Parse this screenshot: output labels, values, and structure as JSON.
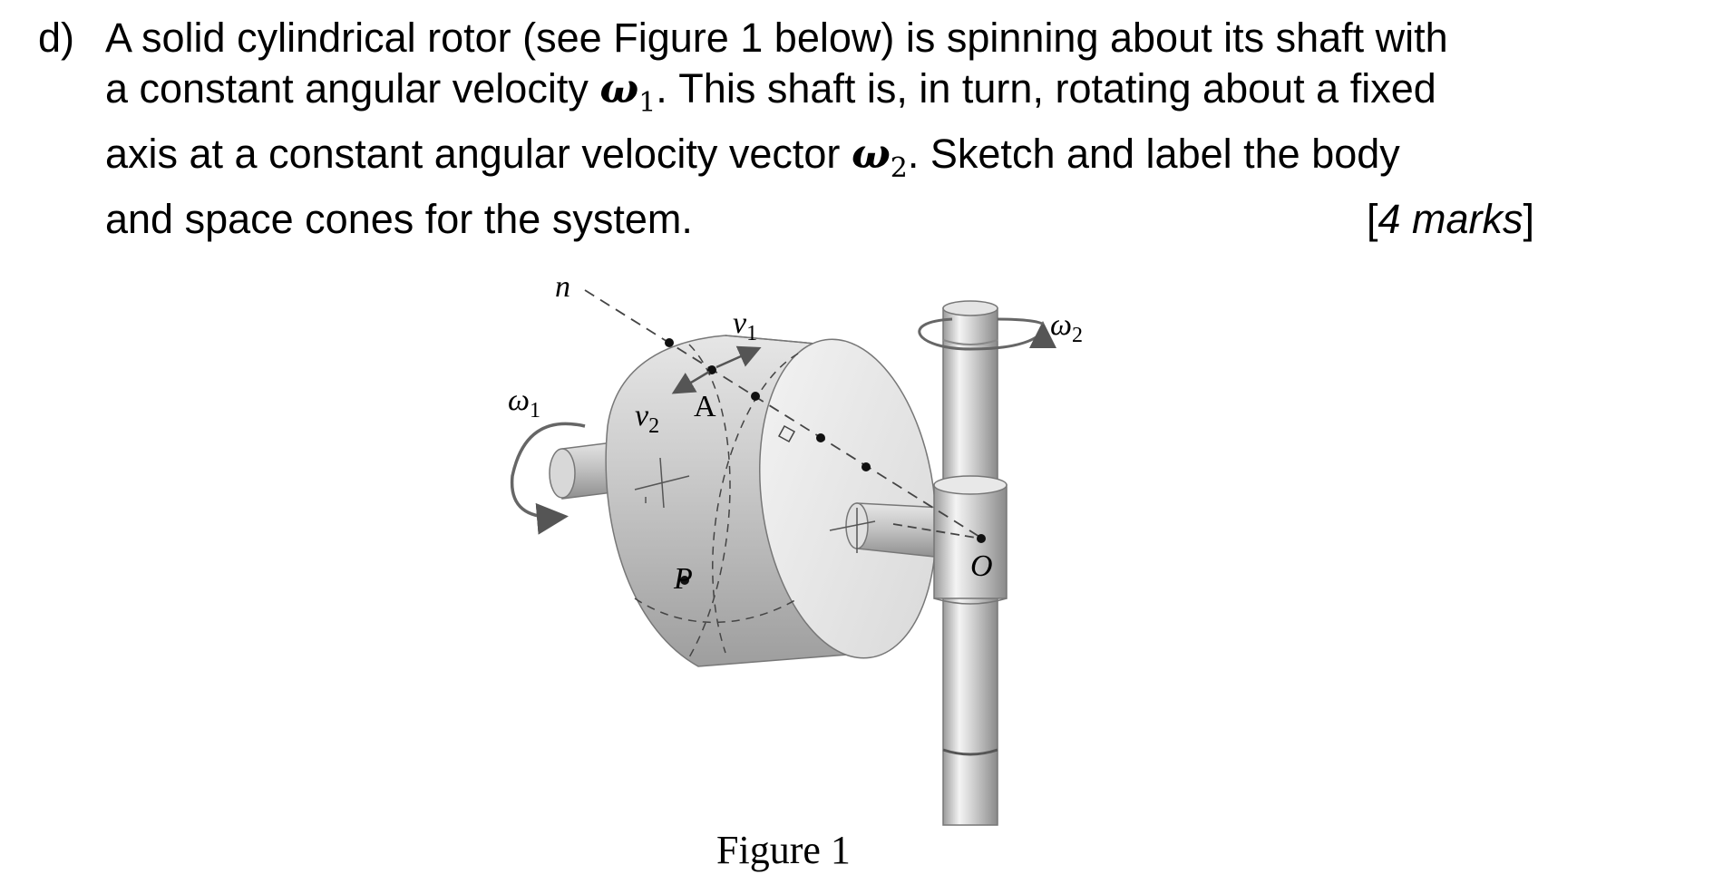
{
  "question": {
    "label": "d)",
    "line1": "A solid cylindrical rotor (see Figure 1 below) is spinning about its shaft with",
    "line2_before": "a constant angular velocity",
    "omega1_symbol": "ω",
    "omega1_sub": "1",
    "line2_after": ". This shaft is, in turn, rotating about a fixed",
    "line3_before": "axis at a constant angular velocity vector",
    "omega2_symbol": "ω",
    "omega2_sub": "2",
    "line3_after": ". Sketch and label the body",
    "line4": "and space cones for the system.",
    "marks_open": "[",
    "marks_text": "4 marks",
    "marks_close": "]"
  },
  "figure": {
    "caption": "Figure 1",
    "labels": {
      "n": "n",
      "v1": "v",
      "v1_sub": "1",
      "omega2": "ω",
      "omega2_sub": "2",
      "omega1": "ω",
      "omega1_sub": "1",
      "v2": "v",
      "v2_sub": "2",
      "A": "A",
      "P": "P",
      "O": "O"
    }
  }
}
